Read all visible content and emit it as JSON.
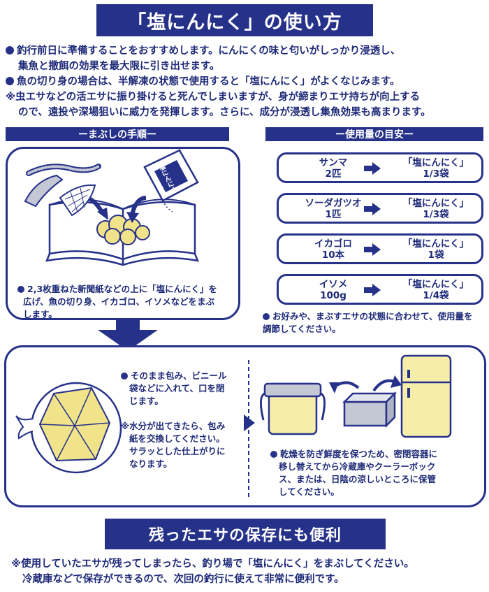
{
  "title": "「塩にんにく」の使い方",
  "intro": [
    {
      "marker": "●",
      "lines": [
        "釣行前日に準備することをおすすめします。にんにくの味と匂いがしっかり浸透し、",
        "集魚と撒餌の効果を最大限に引き出せます。"
      ]
    },
    {
      "marker": "●",
      "lines": [
        "魚の切り身の場合は、半解凍の状態で使用すると「塩にんにく」がよくなじみます。"
      ]
    },
    {
      "marker": "※",
      "lines": [
        "虫エサなどの活エサに振り掛けると死んでしまいますが、身が締まりエサ持ちが向上する",
        "ので、遠投や深場狙いに威力を発揮します。さらに、成分が浸透し集魚効果も高まります。"
      ]
    }
  ],
  "procedure": {
    "header": "ーまぶしの手順ー",
    "package_label": "塩にんにく",
    "caption_lines": [
      "2,3枚重ねた新聞紙などの上に「塩にんにく」を",
      "広げ、魚の切り身、イカゴロ、イソメなどをまぶ",
      "します。"
    ]
  },
  "usage": {
    "header": "ー使用量の目安ー",
    "items": [
      {
        "bait": "サンマ",
        "qty": "2匹",
        "product": "「塩にんにく」",
        "amount": "1/3袋"
      },
      {
        "bait": "ソーダガツオ",
        "qty": "1匹",
        "product": "「塩にんにく」",
        "amount": "1/3袋"
      },
      {
        "bait": "イカゴロ",
        "qty": "10本",
        "product": "「塩にんにく」",
        "amount": "1袋"
      },
      {
        "bait": "イソメ",
        "qty": "100g",
        "product": "「塩にんにく」",
        "amount": "1/4袋"
      }
    ],
    "note_lines": [
      "お好みや、まぶすエサの状態に合わせて、使用量を",
      "調節してください。"
    ]
  },
  "wrap": {
    "step1_lines": [
      "そのまま包み、ビニール",
      "袋などに入れて、口を閉",
      "じます。"
    ],
    "step1_note_lines": [
      "※水分が出てきたら、包み",
      "紙を交換してください。",
      "サラッとした仕上がりに",
      "なります。"
    ],
    "storage_lines": [
      "乾燥を防ぎ鮮度を保つため、密閉容器に",
      "移し替えてから冷蔵庫やクーラーボック",
      "ス、または、日陰の涼しいところに保管",
      "してください。"
    ]
  },
  "bottom": {
    "title": "残ったエサの保存にも便利",
    "lines": [
      "※使用していたエサが残ってしまったら、釣り場で「塩にんにく」をまぶしてください。",
      "冷蔵庫などで保存ができるので、次回の釣行に使えて非常に便利です。"
    ]
  },
  "colors": {
    "navy": "#263189",
    "cream": "#f6eea8",
    "garlic": "#f1e38a",
    "gray": "#c4c7d4"
  }
}
